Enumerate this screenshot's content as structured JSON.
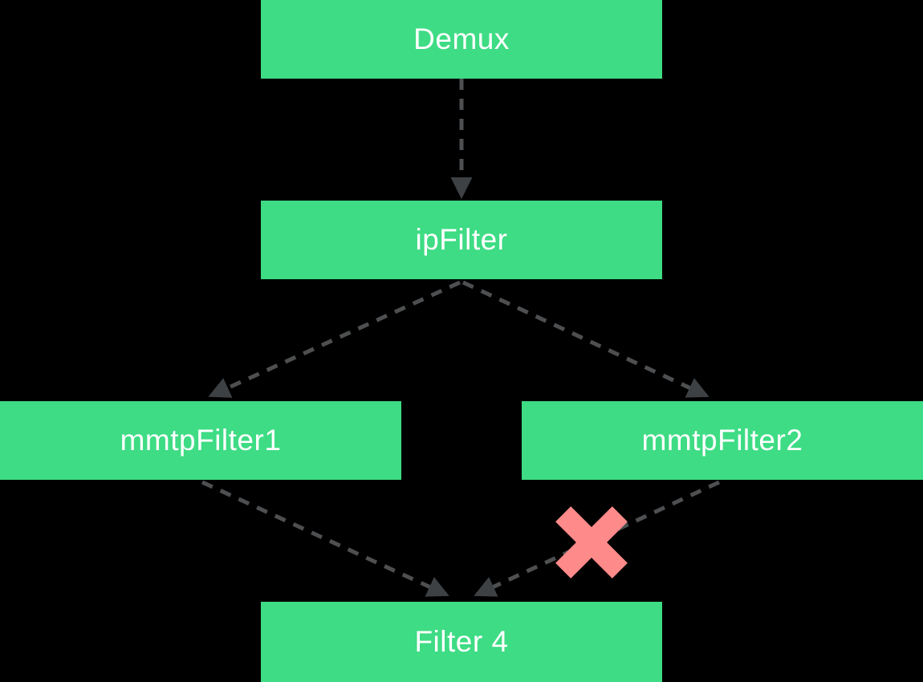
{
  "diagram": {
    "nodes": {
      "demux": {
        "label": "Demux"
      },
      "ipfilter": {
        "label": "ipFilter"
      },
      "mmtpfilter1": {
        "label": "mmtpFilter1"
      },
      "mmtpfilter2": {
        "label": "mmtpFilter2"
      },
      "filter4": {
        "label": "Filter 4"
      }
    },
    "edges": [
      {
        "from": "Demux",
        "to": "ipFilter",
        "style": "dashed-arrow",
        "blocked": false
      },
      {
        "from": "ipFilter",
        "to": "mmtpFilter1",
        "style": "dashed-arrow",
        "blocked": false
      },
      {
        "from": "ipFilter",
        "to": "mmtpFilter2",
        "style": "dashed-arrow",
        "blocked": false
      },
      {
        "from": "mmtpFilter1",
        "to": "Filter 4",
        "style": "dashed-arrow",
        "blocked": false
      },
      {
        "from": "mmtpFilter2",
        "to": "Filter 4",
        "style": "dashed-arrow",
        "blocked": true
      }
    ],
    "colors": {
      "background": "#000000",
      "node_fill": "#3EDC84",
      "node_text": "#FFFFFF",
      "edge_line": "#4D4F51",
      "arrowhead": "#3E4144",
      "blocked_x": "#FF8A8A"
    }
  }
}
